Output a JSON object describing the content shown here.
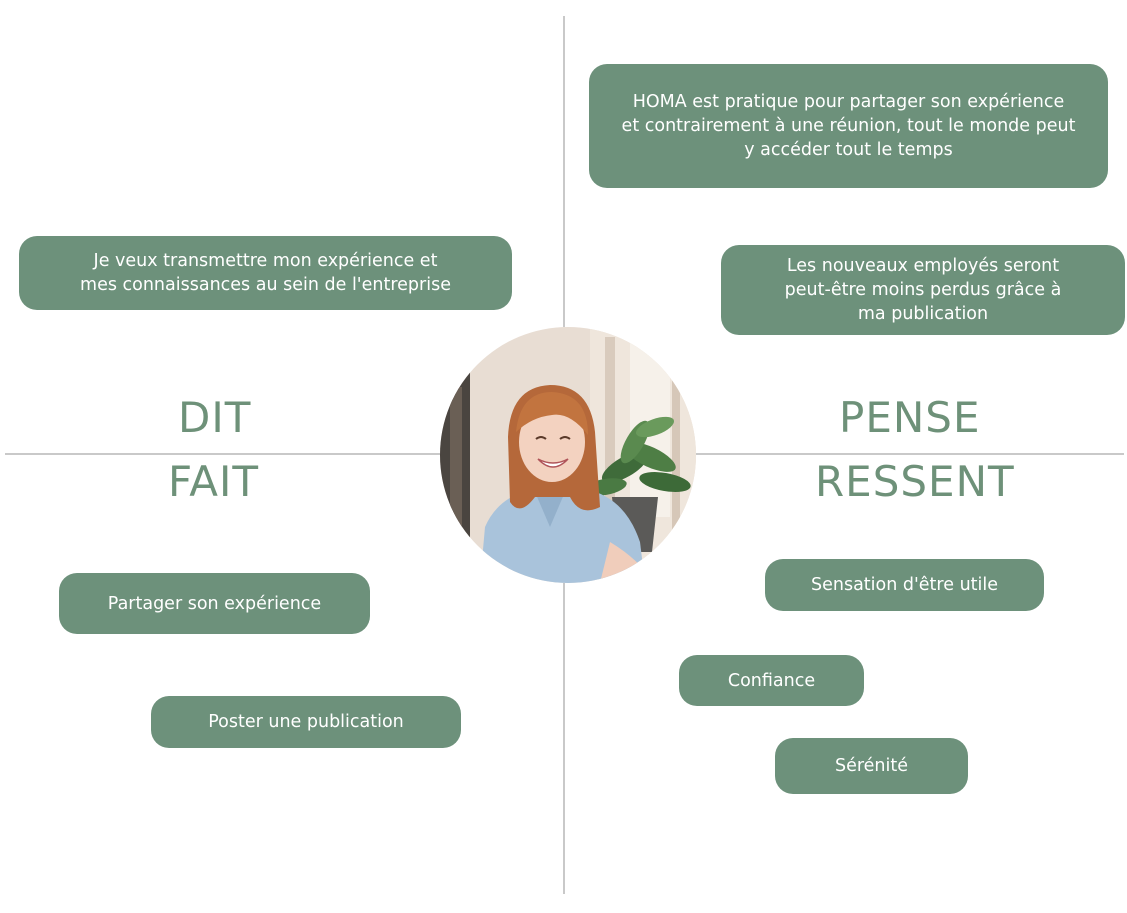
{
  "quadrants": {
    "dit": "DIT",
    "pense": "PENSE",
    "fait": "FAIT",
    "ressent": "RESSENT"
  },
  "bubbles": {
    "pense_homa": "HOMA est pratique pour partager son expérience\net contrairement à une réunion, tout le monde peut\ny accéder tout le temps",
    "pense_nouveaux": "Les nouveaux employés seront\npeut-être moins perdus grâce à\nma publication",
    "dit_transmettre": "Je veux transmettre mon expérience et\nmes connaissances au sein de l'entreprise",
    "fait_partager": "Partager son expérience",
    "fait_poster": "Poster une publication",
    "ressent_utile": "Sensation d'être utile",
    "ressent_confiance": "Confiance",
    "ressent_serenite": "Sérénité"
  },
  "colors": {
    "accent": "#6d917b",
    "label": "#6e9179",
    "axis": "#c9c9c9"
  },
  "avatar": {
    "icon": "person-photo"
  }
}
